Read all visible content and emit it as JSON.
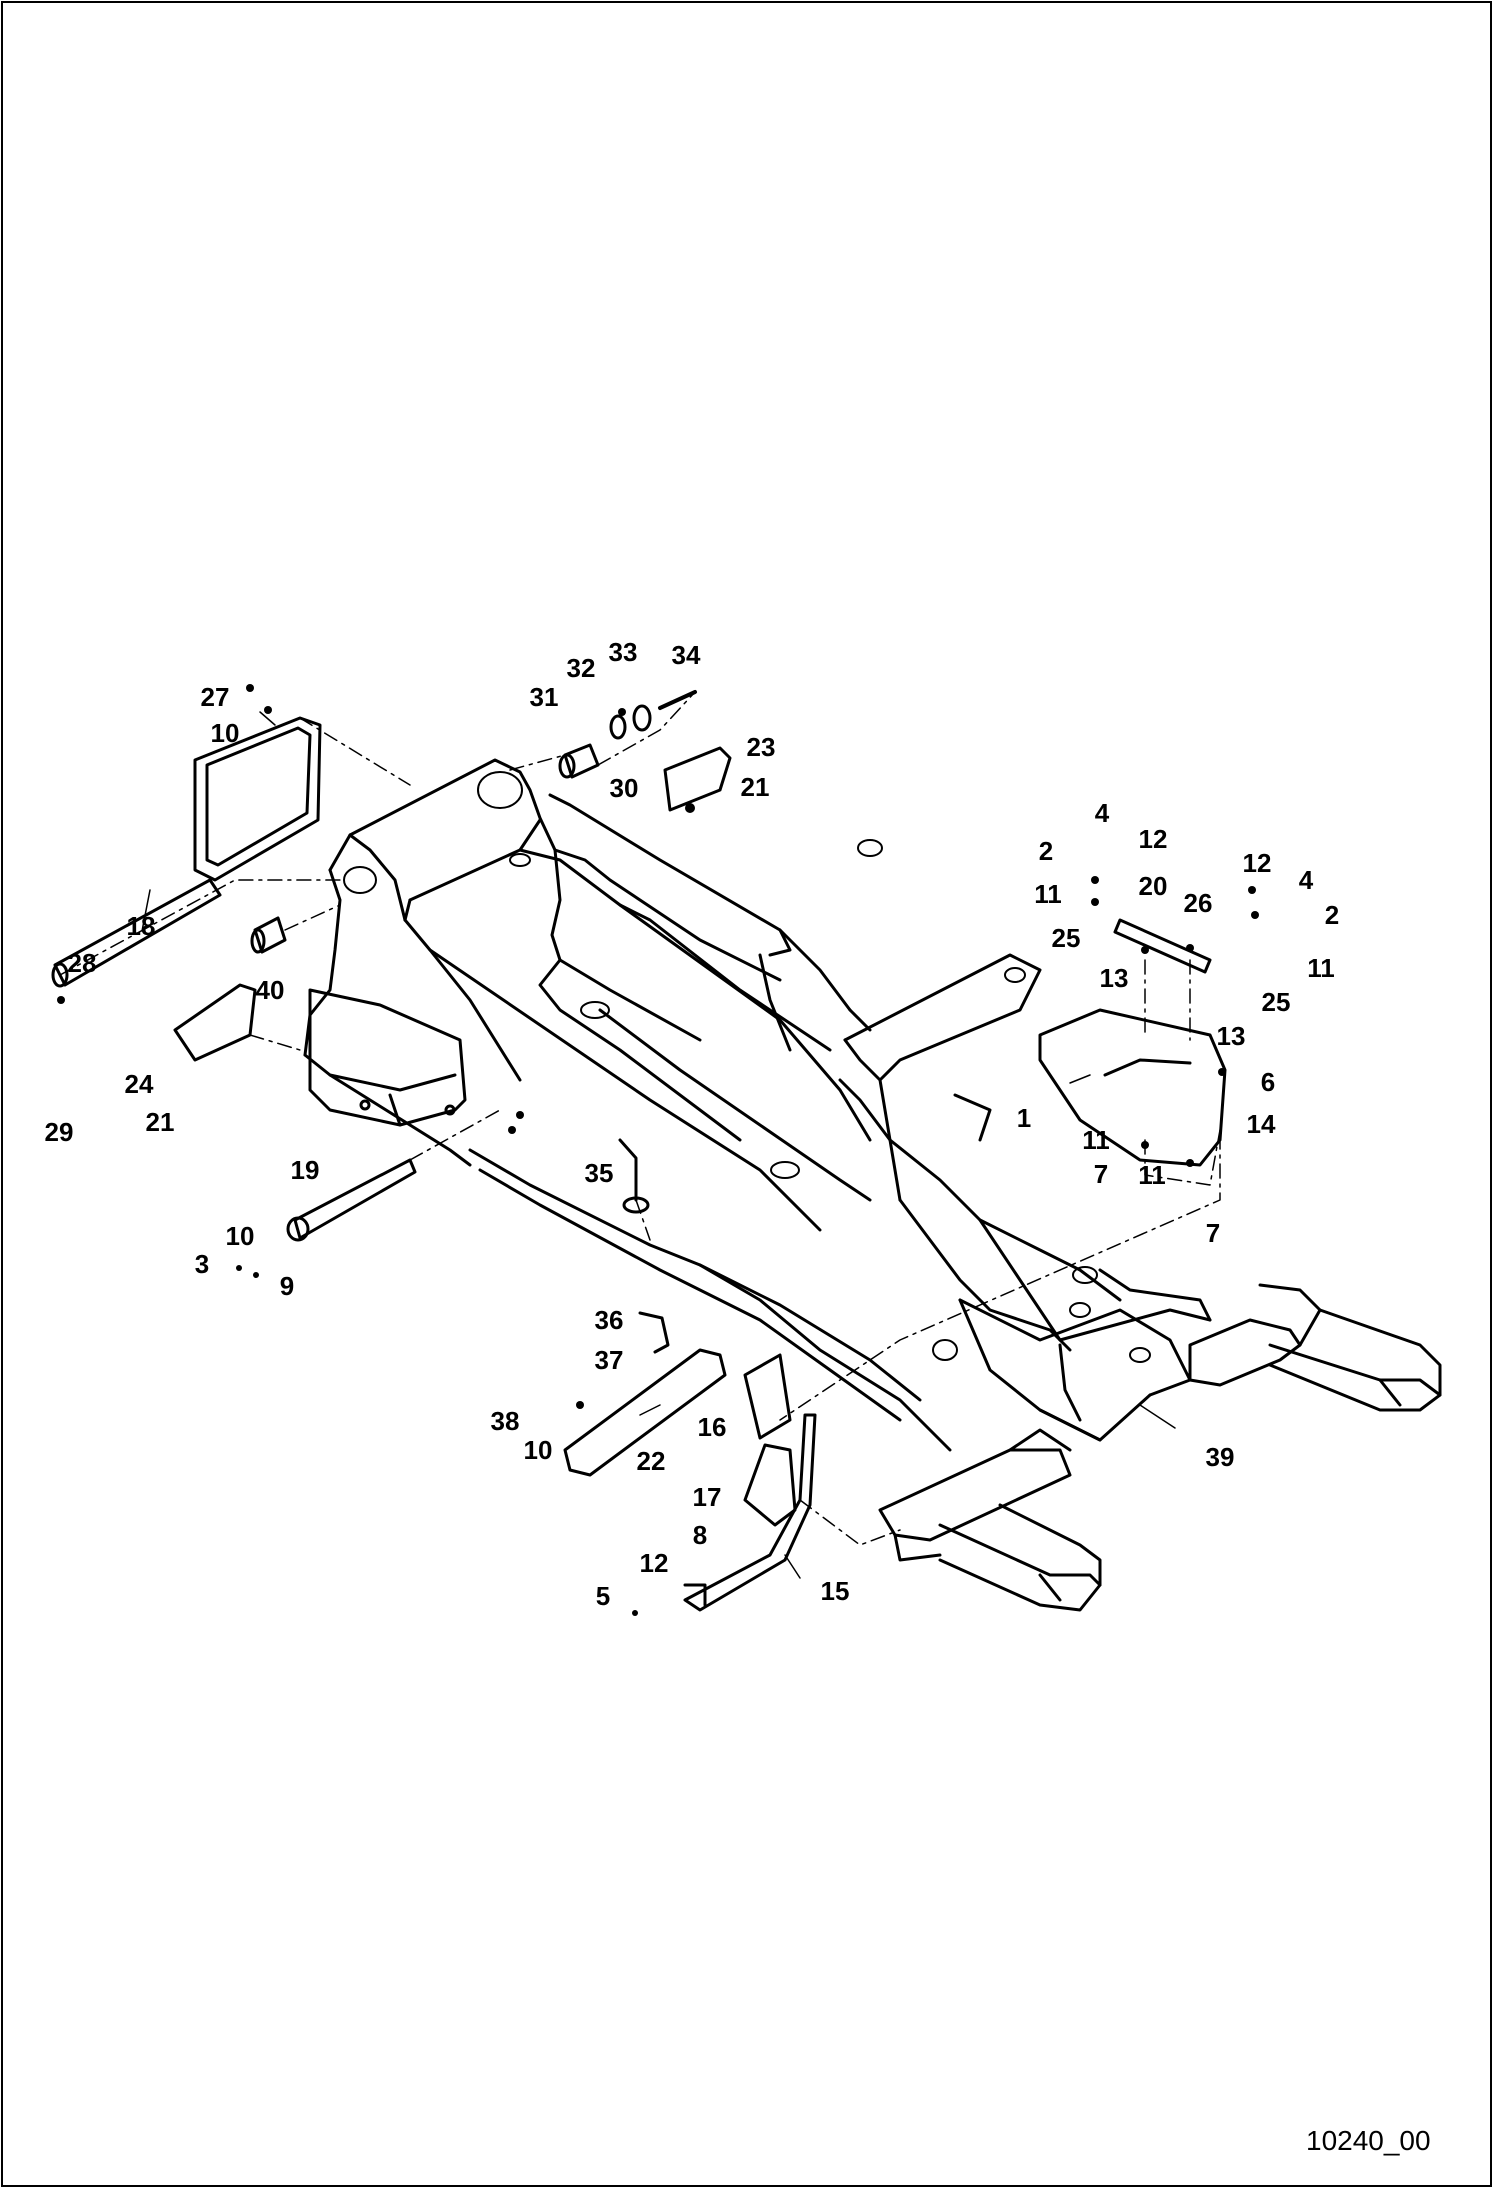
{
  "drawing_id": "10240_00",
  "callouts": [
    "1",
    "2",
    "2",
    "3",
    "4",
    "4",
    "5",
    "6",
    "7",
    "7",
    "8",
    "9",
    "10",
    "10",
    "10",
    "11",
    "11",
    "11",
    "11",
    "12",
    "12",
    "12",
    "13",
    "13",
    "14",
    "15",
    "16",
    "17",
    "18",
    "19",
    "20",
    "21",
    "21",
    "22",
    "23",
    "24",
    "25",
    "25",
    "26",
    "27",
    "28",
    "29",
    "30",
    "31",
    "32",
    "33",
    "34",
    "35",
    "36",
    "37",
    "38",
    "39",
    "40"
  ],
  "colors": {
    "ink": "#000000",
    "paper": "#ffffff"
  }
}
